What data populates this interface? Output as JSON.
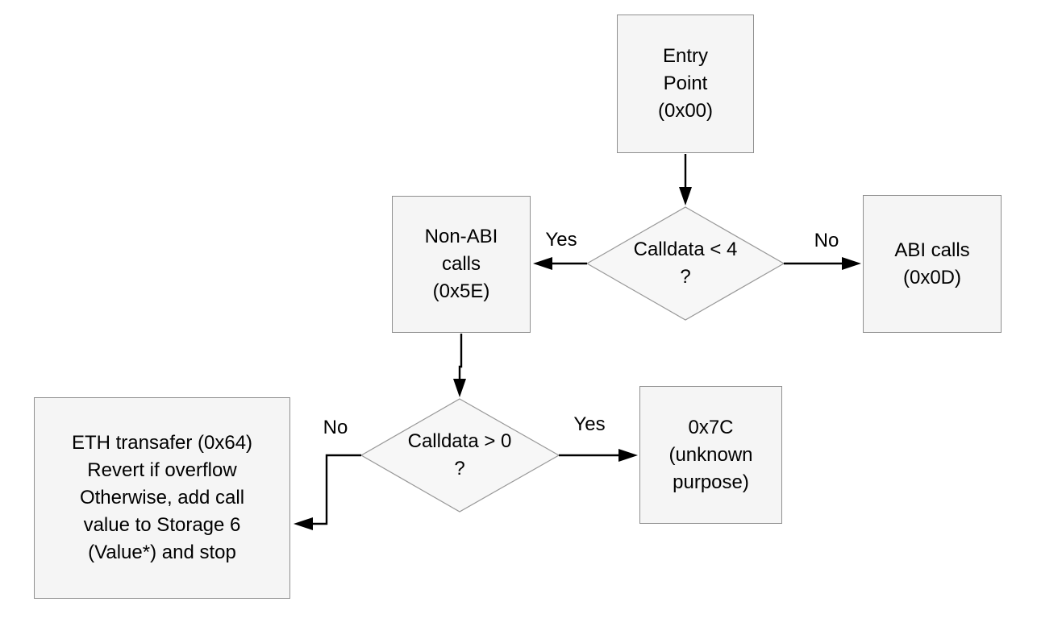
{
  "diagram": {
    "type": "flowchart",
    "description": "EVM bytecode entry point control-flow diagram",
    "colors": {
      "node_fill": "#f5f5f5",
      "node_border": "#8f8f8f",
      "diamond_fill": "#f7f7f7",
      "diamond_border": "#999999",
      "arrow": "#000000",
      "text": "#000000",
      "background": "#ffffff"
    },
    "nodes": {
      "entry": {
        "label": "Entry\nPoint\n(0x00)"
      },
      "non_abi": {
        "label": "Non-ABI\ncalls\n(0x5E)"
      },
      "abi": {
        "label": "ABI calls\n(0x0D)"
      },
      "unknown": {
        "label": "0x7C\n(unknown\npurpose)"
      },
      "eth_transfer": {
        "label": "ETH transafer (0x64)\nRevert if overflow\nOtherwise, add call\nvalue to Storage 6\n(Value*) and stop"
      }
    },
    "decisions": {
      "calldata_lt_4": {
        "label": "Calldata < 4\n?"
      },
      "calldata_gt_0": {
        "label": "Calldata > 0\n?"
      }
    },
    "edges": {
      "lt4_yes_label": "Yes",
      "lt4_no_label": "No",
      "gt0_yes_label": "Yes",
      "gt0_no_label": "No"
    }
  }
}
